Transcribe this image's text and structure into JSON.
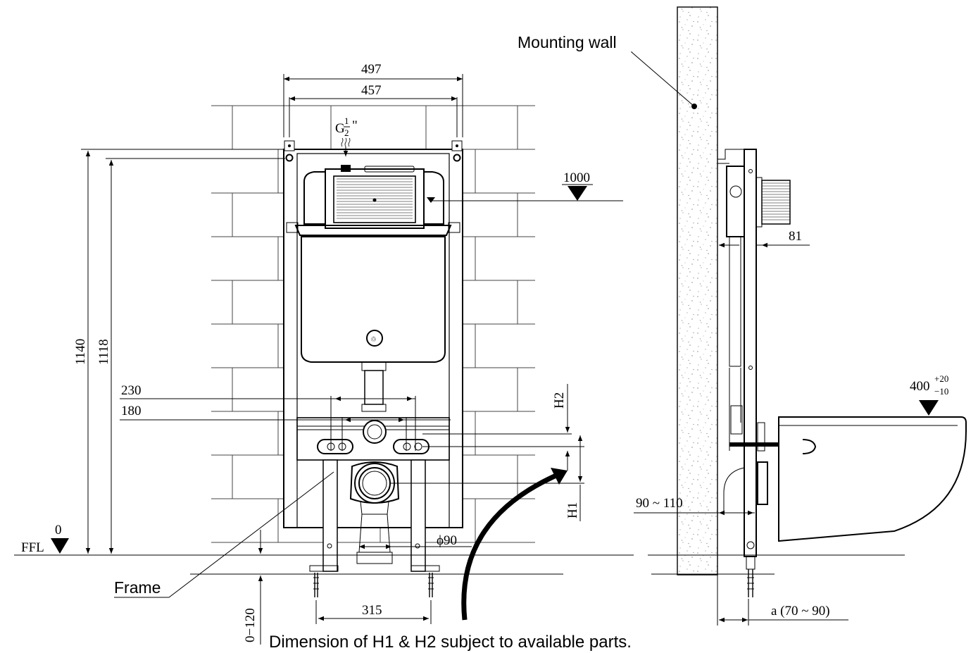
{
  "labels": {
    "mounting_wall": "Mounting wall",
    "frame": "Frame",
    "ffl": "FFL",
    "note": "Dimension of H1 & H2 subject to available parts."
  },
  "dimensions": {
    "w497": "497",
    "w457": "457",
    "g_thread": "G",
    "g_num": "1",
    "g_den": "2",
    "g_inch": "\"",
    "h1140": "1140",
    "h1118": "1118",
    "lvl1000": "1000",
    "d230": "230",
    "d180": "180",
    "h2": "H2",
    "h1": "H1",
    "phi90": "ϕ90",
    "ffl_zero": "0",
    "adj": "0−120",
    "w315": "315",
    "d81": "81",
    "range90_110": "90 ~ 110",
    "seat400": "400",
    "tol_plus": "+20",
    "tol_minus": "−10",
    "a_range": "a (70 ~ 90)"
  }
}
